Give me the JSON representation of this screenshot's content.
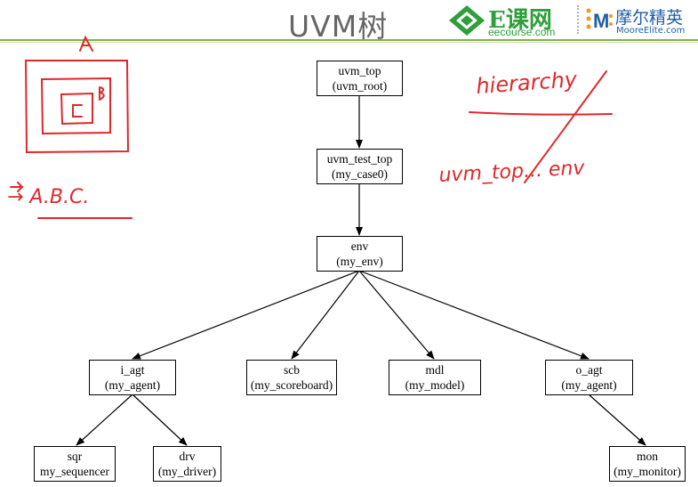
{
  "header": {
    "title": "UVM树",
    "logo_left_text": "E课网",
    "logo_left_sub": "eecourse.com",
    "logo_right_text": "摩尔精英",
    "logo_right_sub": "MooreElite.com"
  },
  "colors": {
    "accent_green": "#2e9f3a",
    "accent_blue": "#1f5fa8",
    "annotation_red": "#e0282a"
  },
  "tree": {
    "uvm_top": {
      "name": "uvm_top",
      "type": "(uvm_root)"
    },
    "uvm_test_top": {
      "name": "uvm_test_top",
      "type": "(my_case0)"
    },
    "env": {
      "name": "env",
      "type": "(my_env)"
    },
    "i_agt": {
      "name": "i_agt",
      "type": "(my_agent)"
    },
    "scb": {
      "name": "scb",
      "type": "(my_scoreboard)"
    },
    "mdl": {
      "name": "mdl",
      "type": "(my_model)"
    },
    "o_agt": {
      "name": "o_agt",
      "type": "(my_agent)"
    },
    "sqr": {
      "name": "sqr",
      "type": "my_sequencer"
    },
    "drv": {
      "name": "drv",
      "type": "(my_driver)"
    },
    "mon": {
      "name": "mon",
      "type": "(my_monitor)"
    }
  },
  "annotations": {
    "box_a": "A",
    "box_b": "B",
    "box_c": "C",
    "list": "→ A.B.C.",
    "hierarchy": "hierarchy",
    "path": "uvm_top... env"
  }
}
